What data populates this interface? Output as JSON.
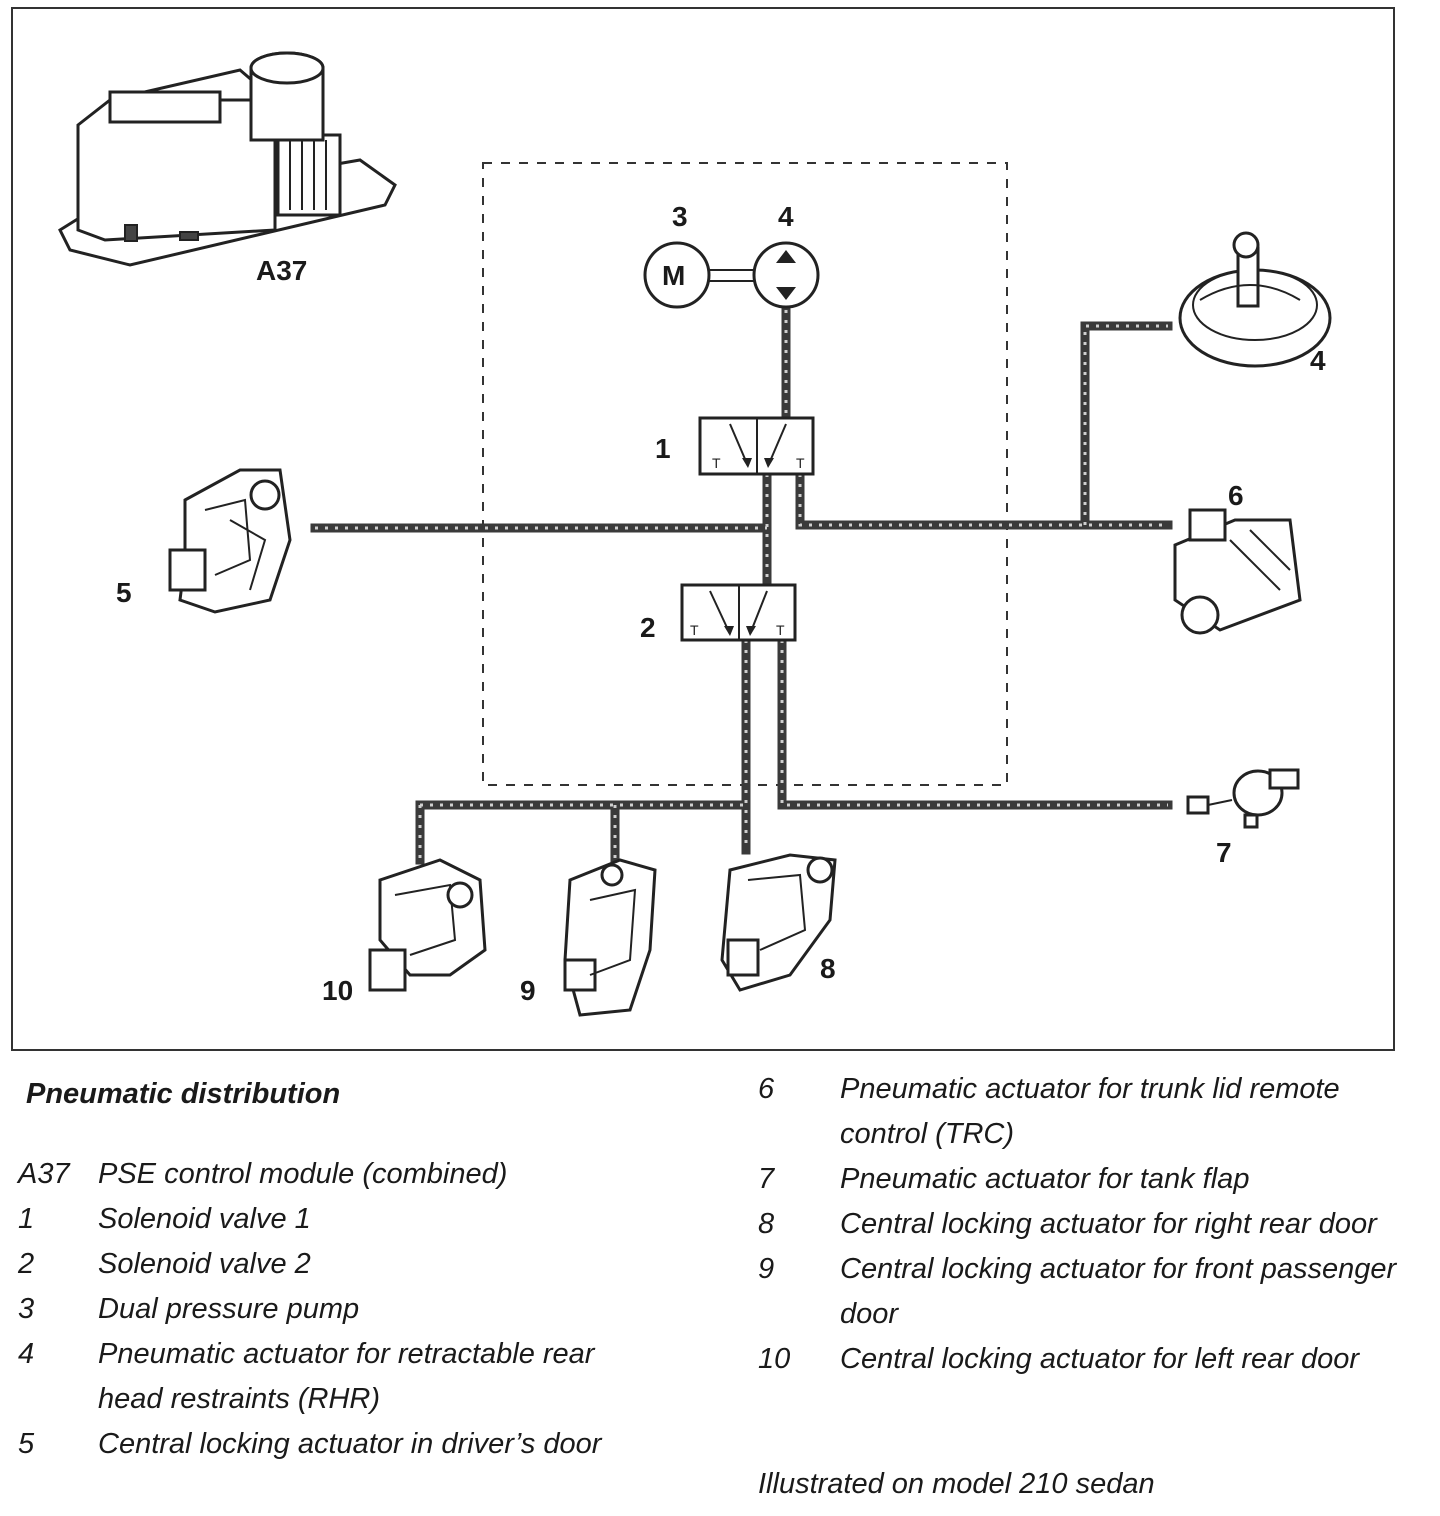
{
  "diagram": {
    "labels": {
      "module": "A37",
      "valve1": "1",
      "valve2": "2",
      "pump_motor": "3",
      "pump": "4",
      "motor_symbol": "M",
      "rhr": "4",
      "driver_door": "5",
      "trunk": "6",
      "tank": "7",
      "rr_door": "8",
      "passenger_door": "9",
      "lr_door": "10"
    }
  },
  "legend": {
    "title": "Pneumatic distribution",
    "left": [
      {
        "key": "A37",
        "text": "PSE control module (combined)"
      },
      {
        "key": "1",
        "text": "Solenoid valve 1"
      },
      {
        "key": "2",
        "text": "Solenoid valve 2"
      },
      {
        "key": "3",
        "text": "Dual pressure pump"
      },
      {
        "key": "4",
        "text": "Pneumatic actuator for retractable rear head restraints (RHR)"
      },
      {
        "key": "5",
        "text": "Central locking actuator in driver’s door"
      }
    ],
    "right": [
      {
        "key": "6",
        "text": "Pneumatic actuator for trunk lid remote control (TRC)"
      },
      {
        "key": "7",
        "text": "Pneumatic actuator for tank flap"
      },
      {
        "key": "8",
        "text": "Central locking actuator for right rear door"
      },
      {
        "key": "9",
        "text": "Central locking actuator for front passenger door"
      },
      {
        "key": "10",
        "text": "Central locking actuator for left rear door"
      }
    ],
    "footnote": "Illustrated on model 210 sedan"
  }
}
